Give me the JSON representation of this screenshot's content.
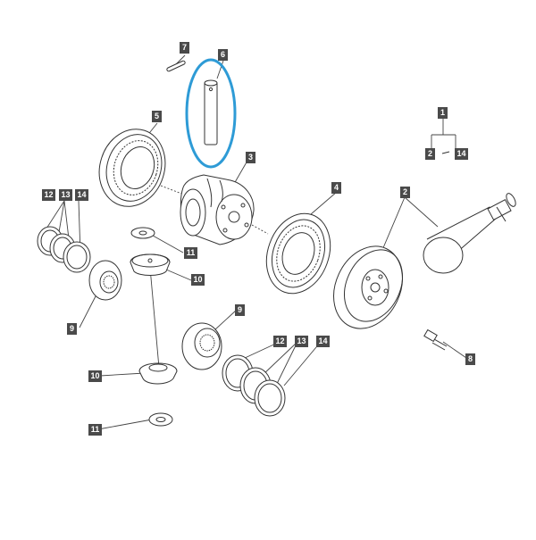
{
  "diagram": {
    "labels": {
      "p7": "7",
      "p6": "6",
      "p5": "5",
      "p3": "3",
      "p1": "1",
      "p2_legend": "2",
      "p14_legend": "14",
      "p4": "4",
      "p2": "2",
      "p12a": "12",
      "p13a": "13",
      "p14a": "14",
      "p11a": "11",
      "p10a": "10",
      "p9a": "9",
      "p9b": "9",
      "p12b": "12",
      "p13b": "13",
      "p14b": "14",
      "p10b": "10",
      "p8": "8",
      "p11b": "11"
    },
    "highlight_color": "#2e9bd6",
    "line_color": "#333333",
    "label_bg": "#4a4a4a"
  }
}
